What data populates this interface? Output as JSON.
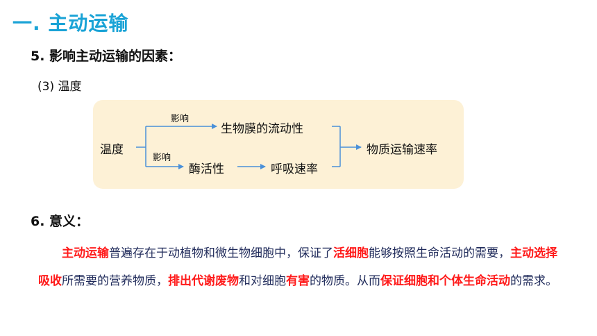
{
  "slide": {
    "title": "一. 主动运输",
    "section5": "5. 影响主动运输的因素：",
    "sub3": "(3) 温度"
  },
  "diagram": {
    "source": "温度",
    "edge_label_top": "影响",
    "edge_label_bottom": "影响",
    "node_membrane": "生物膜的流动性",
    "node_enzyme": "酶活性",
    "node_respiration": "呼吸速率",
    "node_result": "物质运输速率"
  },
  "significance": {
    "heading": "6. 意义：",
    "segments": [
      {
        "text": "主动运输",
        "highlight": true
      },
      {
        "text": "普遍存在于动植物和微生物细胞中，保证了",
        "highlight": false
      },
      {
        "text": "活细胞",
        "highlight": true
      },
      {
        "text": "能够按照生命活动的需要，",
        "highlight": false
      },
      {
        "text": "主动选择吸收",
        "highlight": true
      },
      {
        "text": "所需要的营养物质，",
        "highlight": false
      },
      {
        "text": "排出代谢废物",
        "highlight": true
      },
      {
        "text": "和对细胞",
        "highlight": false
      },
      {
        "text": "有害",
        "highlight": true
      },
      {
        "text": "的物质。从而",
        "highlight": false
      },
      {
        "text": "保证细胞和个体生命活动",
        "highlight": true
      },
      {
        "text": "的需求。",
        "highlight": false
      }
    ]
  },
  "colors": {
    "title": "#1aa3d6",
    "highlight": "#ff1a1a",
    "body_text": "#1f2a5a",
    "diagram_bg": "#fdf1d6",
    "arrow": "#4a90d9"
  }
}
